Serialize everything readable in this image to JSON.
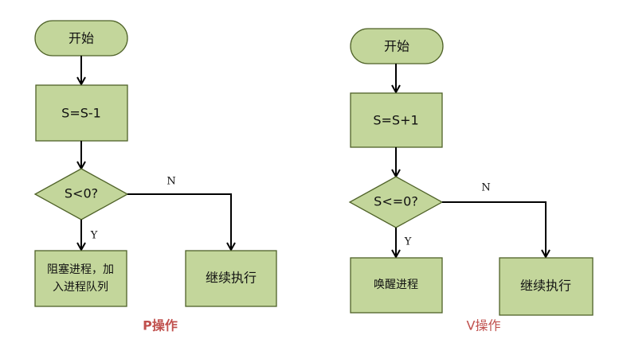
{
  "p_operation": {
    "start": "开始",
    "step": "S=S-1",
    "decision": "S<0?",
    "yes_action_line1": "阻塞进程，加",
    "yes_action_line2": "入进程队列",
    "no_action": "继续执行",
    "label_yes": "Y",
    "label_no": "N",
    "caption": "P操作"
  },
  "v_operation": {
    "start": "开始",
    "step": "S=S+1",
    "decision": "S<=0?",
    "yes_action": "唤醒进程",
    "no_action": "继续执行",
    "label_yes": "Y",
    "label_no": "N",
    "caption": "V操作"
  },
  "colors": {
    "node_fill": "#c3d69b",
    "node_border": "#4f6228",
    "caption": "#c0504d"
  }
}
